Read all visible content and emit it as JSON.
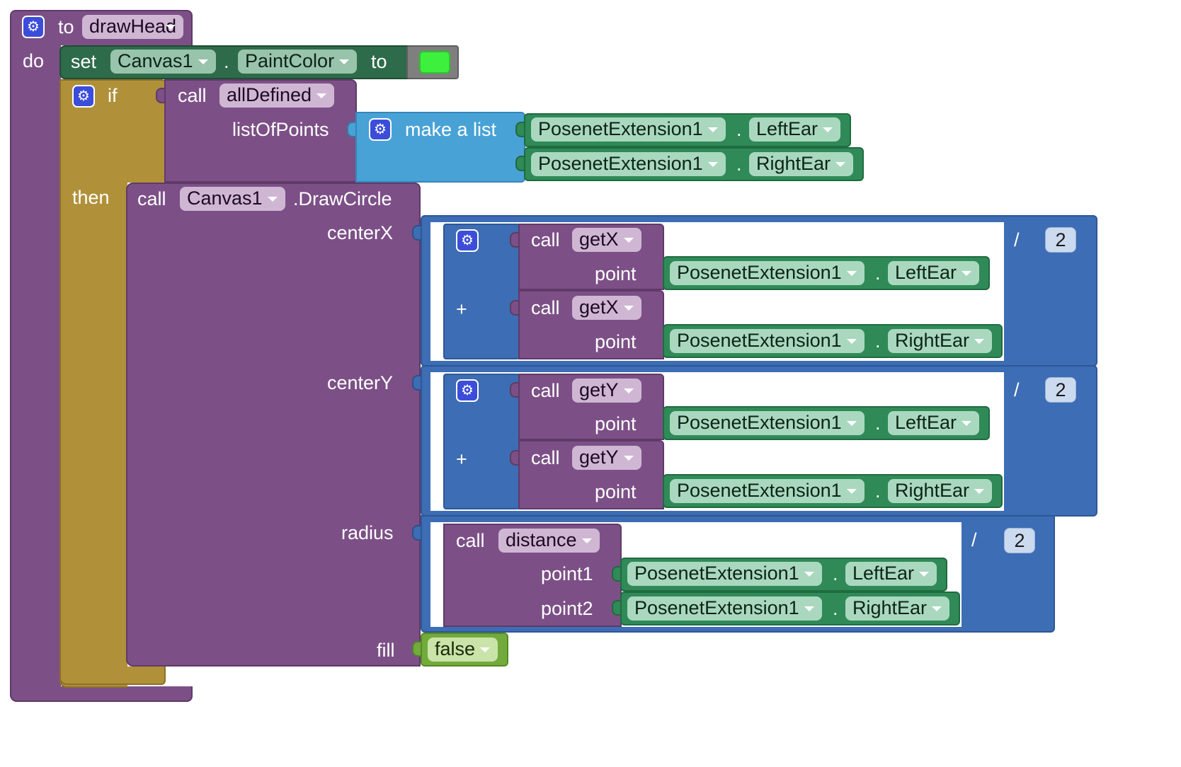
{
  "procedure": {
    "keyword_to": "to",
    "name": "drawHead",
    "keyword_do": "do"
  },
  "set_block": {
    "keyword_set": "set",
    "component": "Canvas1",
    "dot": ".",
    "property": "PaintColor",
    "keyword_to": "to",
    "color_value": "#3ef03e"
  },
  "if_block": {
    "keyword_if": "if",
    "keyword_then": "then",
    "condition": {
      "keyword_call": "call",
      "procedure": "allDefined",
      "param_label": "listOfPoints",
      "make_list_label": "make a list",
      "items": [
        {
          "component": "PosenetExtension1",
          "property": "LeftEar"
        },
        {
          "component": "PosenetExtension1",
          "property": "RightEar"
        }
      ]
    }
  },
  "draw_circle": {
    "keyword_call": "call",
    "component": "Canvas1",
    "method": ".DrawCircle",
    "params": {
      "centerX": "centerX",
      "centerY": "centerY",
      "radius": "radius",
      "fill": "fill"
    },
    "centerX": {
      "first_call": "call",
      "first_proc": "getX",
      "first_param": "point",
      "first_arg": {
        "component": "PosenetExtension1",
        "property": "LeftEar"
      },
      "plus": "+",
      "second_call": "call",
      "second_proc": "getX",
      "second_param": "point",
      "second_arg": {
        "component": "PosenetExtension1",
        "property": "RightEar"
      },
      "divide": "/",
      "divisor": "2"
    },
    "centerY": {
      "first_call": "call",
      "first_proc": "getY",
      "first_param": "point",
      "first_arg": {
        "component": "PosenetExtension1",
        "property": "LeftEar"
      },
      "plus": "+",
      "second_call": "call",
      "second_proc": "getY",
      "second_param": "point",
      "second_arg": {
        "component": "PosenetExtension1",
        "property": "RightEar"
      },
      "divide": "/",
      "divisor": "2"
    },
    "radius": {
      "keyword_call": "call",
      "proc": "distance",
      "param1": "point1",
      "arg1": {
        "component": "PosenetExtension1",
        "property": "LeftEar"
      },
      "param2": "point2",
      "arg2": {
        "component": "PosenetExtension1",
        "property": "RightEar"
      },
      "divide": "/",
      "divisor": "2"
    },
    "fill_value": "false"
  },
  "icons": {
    "mutator": "gear-icon"
  },
  "dot": "."
}
